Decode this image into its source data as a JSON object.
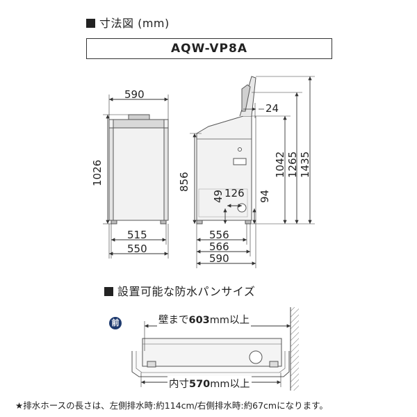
{
  "header": {
    "title": "寸法図 (mm)",
    "model": "AQW-VP8A"
  },
  "front_view": {
    "width_top": "590",
    "height": "1026",
    "width_inner": "515",
    "width_bottom": "550"
  },
  "side_view": {
    "depth_top": "24",
    "height_body": "856",
    "height_49": "49",
    "dist_126": "126",
    "dist_94": "94",
    "height_1042": "1042",
    "height_1265": "1265",
    "height_1435": "1435",
    "depth_556": "556",
    "depth_566": "566",
    "depth_590": "590"
  },
  "pan_section": {
    "title": "設置可能な防水パンサイズ",
    "front_badge": "前",
    "wall_prefix": "壁まで",
    "wall_value": "603",
    "wall_suffix": "mm以上",
    "inner_prefix": "内寸",
    "inner_value": "570",
    "inner_suffix": "mm以上"
  },
  "footnote": "★排水ホースの長さは、左側排水時:約114cm/右側排水時:約67cmになります。"
}
